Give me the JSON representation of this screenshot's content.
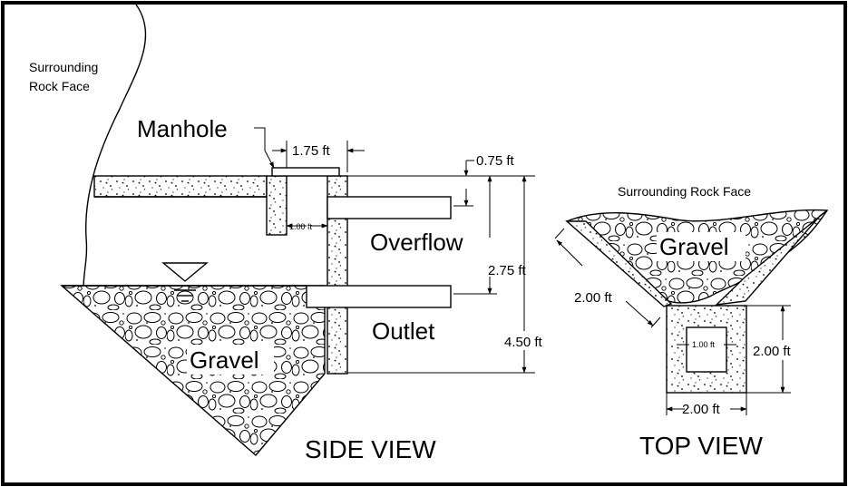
{
  "labels": {
    "surrounding_rock_face_side_line1": "Surrounding",
    "surrounding_rock_face_side_line2": "Rock Face",
    "manhole": "Manhole",
    "overflow": "Overflow",
    "outlet": "Outlet",
    "gravel_side": "Gravel",
    "side_view": "SIDE VIEW",
    "surrounding_rock_face_top": "Surrounding Rock Face",
    "gravel_top": "Gravel",
    "top_view": "TOP VIEW"
  },
  "dimensions": {
    "manhole_width": "1.75 ft",
    "slab_thickness": "0.75 ft",
    "manhole_inner": "1.00 ft",
    "overflow_to_outlet": "2.75 ft",
    "total_depth": "4.50 ft",
    "top_diagonal": "2.00 ft",
    "top_height": "2.00 ft",
    "top_width": "2.00 ft",
    "top_inner": "1.00 ft"
  },
  "colors": {
    "line": "#000000",
    "background": "#ffffff"
  }
}
